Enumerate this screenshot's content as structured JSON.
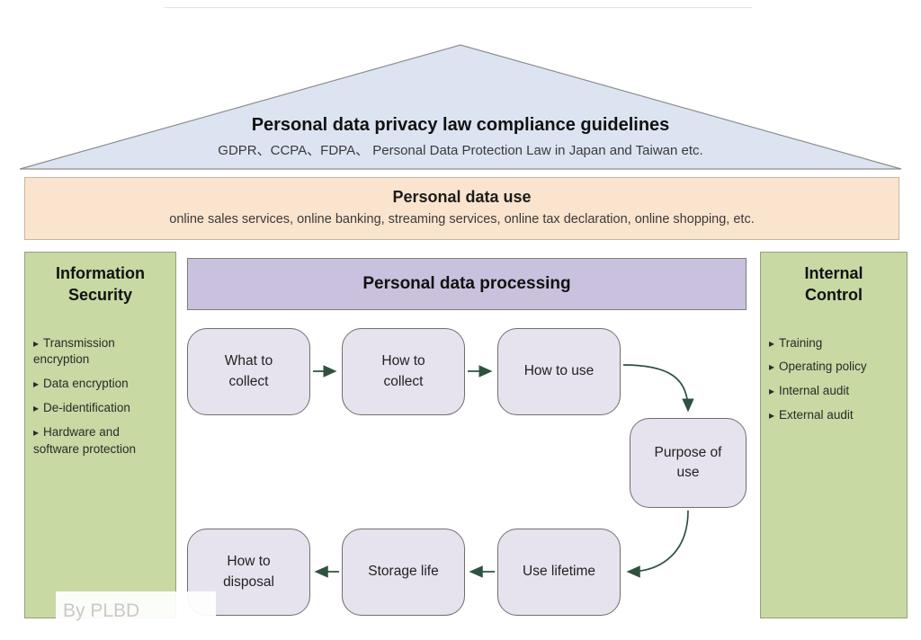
{
  "roof": {
    "title": "Personal data privacy law compliance guidelines",
    "subtitle": "GDPR、CCPA、FDPA、 Personal Data Protection Law in Japan and Taiwan etc."
  },
  "banner": {
    "title": "Personal data use",
    "subtitle": "online sales services, online banking, streaming services, online tax declaration, online shopping, etc."
  },
  "left_panel": {
    "title": "Information\nSecurity",
    "items": [
      "Transmission encryption",
      "Data encryption",
      "De-identification",
      "Hardware and software protection"
    ]
  },
  "right_panel": {
    "title": "Internal\nControl",
    "items": [
      "Training",
      "Operating policy",
      "Internal audit",
      "External audit"
    ]
  },
  "process": {
    "title": "Personal data processing",
    "steps": [
      "What to\ncollect",
      "How to\ncollect",
      "How to use",
      "Purpose of\nuse",
      "Use lifetime",
      "Storage life",
      "How to\ndisposal"
    ]
  },
  "watermark": "By PLBD",
  "colors": {
    "roof_fill": "#dde4f1",
    "banner_fill": "#fbe4ce",
    "panel_green": "#c8d9a3",
    "header_purple": "#c9c1dd",
    "box_fill": "#e7e3ee",
    "arrow": "#2f5240"
  }
}
